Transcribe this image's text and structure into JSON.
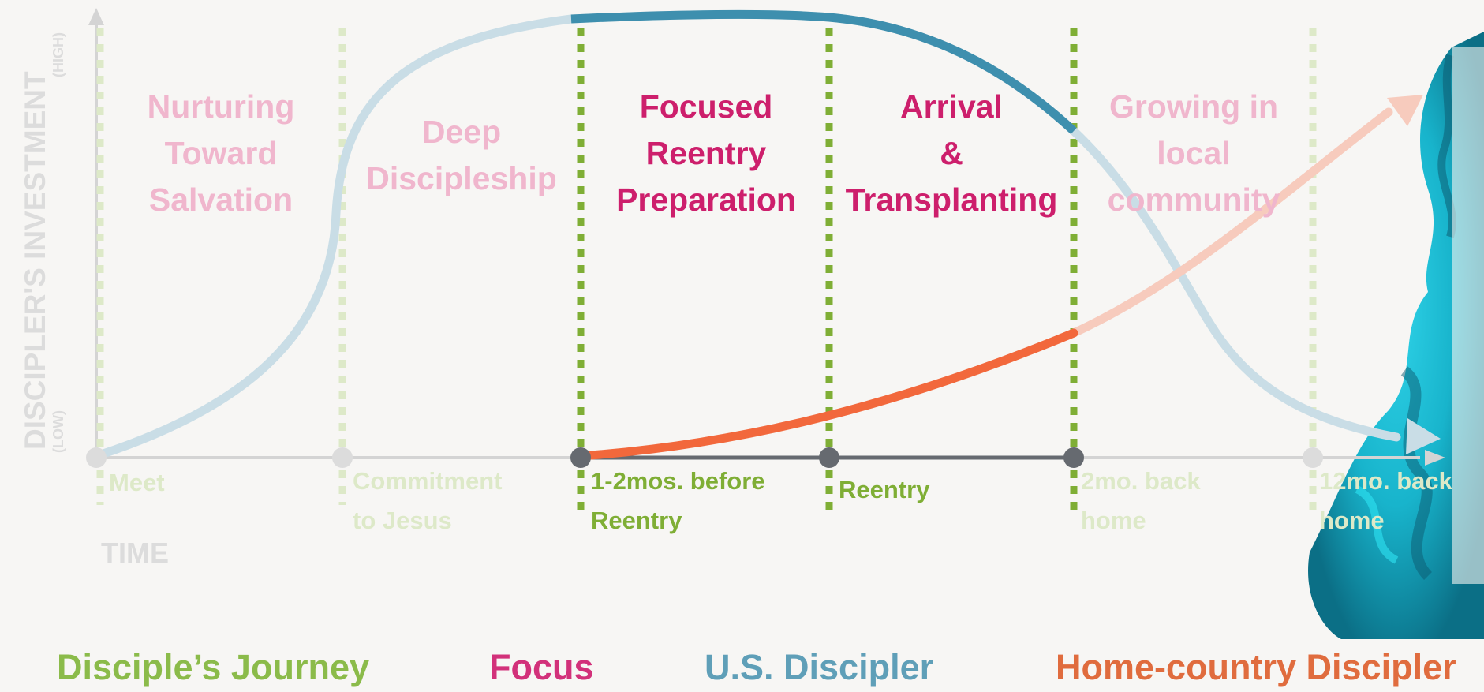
{
  "axis": {
    "y_label": "DISCIPLER'S INVESTMENT",
    "y_high": "(HIGH)",
    "y_low": "(LOW)",
    "x_label": "TIME"
  },
  "phases": [
    {
      "title": "Nurturing\nToward\nSalvation",
      "emphasis": "faded"
    },
    {
      "title": "Deep\nDiscipleship",
      "emphasis": "faded"
    },
    {
      "title": "Focused\nReentry\nPreparation",
      "emphasis": "active"
    },
    {
      "title": "Arrival\n&\nTransplanting",
      "emphasis": "active"
    },
    {
      "title": "Growing in\nlocal\ncommunity",
      "emphasis": "faded"
    }
  ],
  "milestones": [
    {
      "label": "Meet",
      "emphasis": "faded"
    },
    {
      "label": "Commitment\nto Jesus",
      "emphasis": "faded"
    },
    {
      "label": "1-2mos. before\nReentry",
      "emphasis": "active"
    },
    {
      "label": "Reentry",
      "emphasis": "active"
    },
    {
      "label": "2mo. back\nhome",
      "emphasis": "faded"
    },
    {
      "label": "12mo. back\nhome",
      "emphasis": "faded"
    }
  ],
  "legend": [
    {
      "label": "Disciple’s Journey",
      "color": "#8bbb4a"
    },
    {
      "label": "Focus",
      "color": "#d2317a"
    },
    {
      "label": "U.S. Discipler",
      "color": "#5f9fb8"
    },
    {
      "label": "Home-country Discipler",
      "color": "#e06c3e"
    }
  ],
  "colors": {
    "focus_active": "#cd1f6c",
    "focus_faded": "#f0b6cd",
    "journey_active": "#7fae35",
    "journey_faded": "#dde9c8",
    "us_discipler_active": "#3e8fae",
    "us_discipler_faded": "#c9dde6",
    "home_discipler_active": "#f2683c",
    "home_discipler_faded": "#f7cbbd",
    "axis": "#d4d4d4",
    "active_node": "#666a70",
    "background": "#f7f6f4"
  },
  "decorative_image": "blue-ink-smoke"
}
